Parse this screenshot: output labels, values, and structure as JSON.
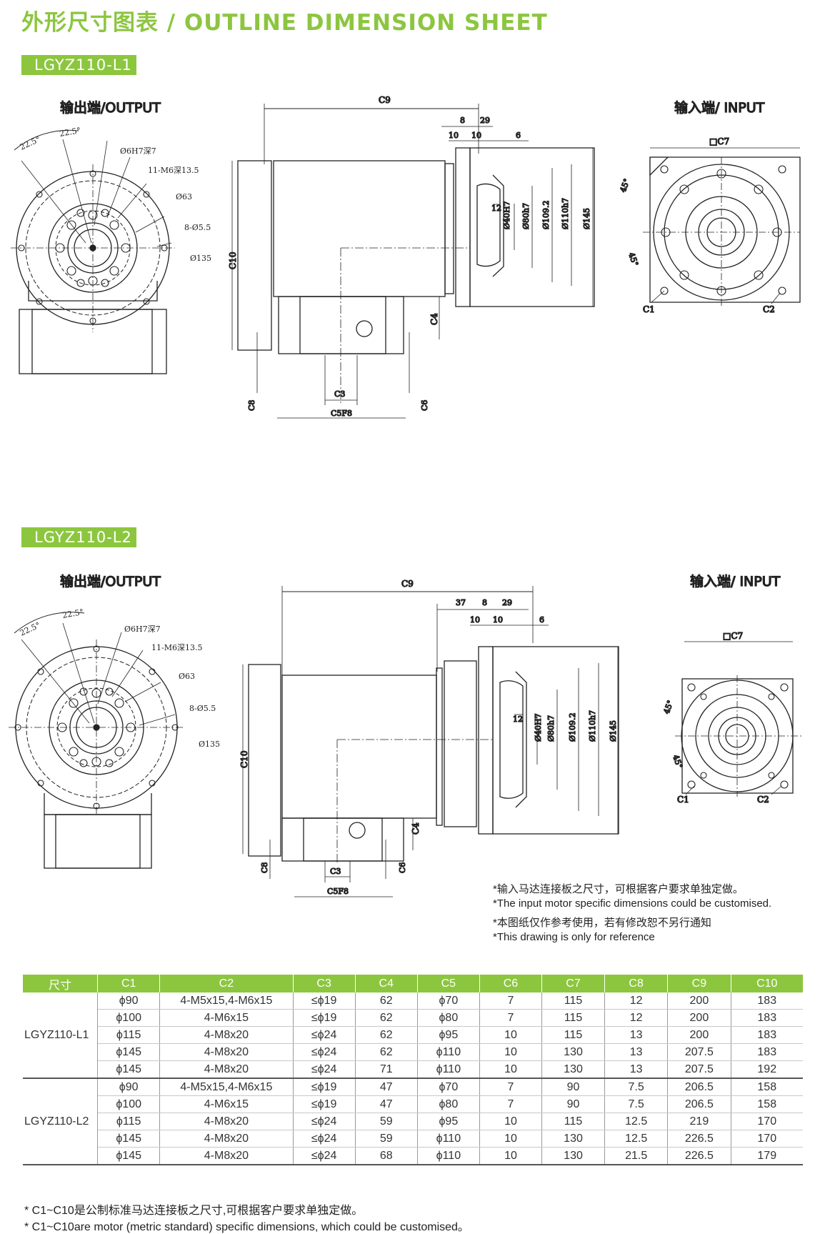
{
  "header": {
    "title": "外形尺寸图表 / OUTLINE DIMENSION SHEET"
  },
  "sections": [
    {
      "model": "LGYZ110-L1",
      "output_label": "输出端/OUTPUT",
      "input_label": "输入端/ INPUT",
      "labels": {
        "angle1": "22.5°",
        "angle2": "22.5°",
        "pin": "Ø6H7深7",
        "tap": "11-M6深13.5",
        "bolt_circle": "Ø63",
        "holes": "8-Ø5.5",
        "pcd": "Ø135",
        "c9": "C9",
        "d8": "8",
        "d29": "29",
        "d10a": "10",
        "d10b": "10",
        "d6": "6",
        "d12": "12",
        "dia40": "Ø40H7",
        "dia80": "Ø80h7",
        "dia109": "Ø109.2",
        "dia110": "Ø110h7",
        "dia145": "Ø145",
        "c10": "C10",
        "c4": "C4",
        "c8": "C8",
        "c3": "C3",
        "c5": "C5F8",
        "c6": "C6",
        "c7": "□C7",
        "a45a": "45°",
        "a45b": "45°",
        "c1": "C1",
        "c2": "C2"
      }
    },
    {
      "model": "LGYZ110-L2",
      "output_label": "输出端/OUTPUT",
      "input_label": "输入端/ INPUT",
      "labels": {
        "angle1": "22.5°",
        "angle2": "22.5°",
        "pin": "Ø6H7深7",
        "tap": "11-M6深13.5",
        "bolt_circle": "Ø63",
        "holes": "8-Ø5.5",
        "pcd": "Ø135",
        "c9": "C9",
        "d37": "37",
        "d8": "8",
        "d29": "29",
        "d10a": "10",
        "d10b": "10",
        "d6": "6",
        "d12": "12",
        "dia40": "Ø40H7",
        "dia80": "Ø80h7",
        "dia109": "Ø109.2",
        "dia110": "Ø110h7",
        "dia145": "Ø145",
        "c10": "C10",
        "c4": "C4",
        "c8": "C8",
        "c3": "C3",
        "c5": "C5F8",
        "c6": "C6",
        "c7": "□C7",
        "a45a": "45°",
        "a45b": "45°",
        "c1": "C1",
        "c2": "C2"
      }
    }
  ],
  "notes": {
    "n1_cn": "*输入马达连接板之尺寸，可根据客户要求单独定做。",
    "n1_en": "*The input motor specific dimensions could be customised.",
    "n2_cn": "*本图纸仅作参考使用，若有修改恕不另行通知",
    "n2_en": "*This drawing is only for reference"
  },
  "table": {
    "headers": [
      "尺寸",
      "C1",
      "C2",
      "C3",
      "C4",
      "C5",
      "C6",
      "C7",
      "C8",
      "C9",
      "C10"
    ],
    "groups": [
      {
        "model": "LGYZ110-L1",
        "rows": [
          [
            "ϕ90",
            "4-M5x15,4-M6x15",
            "≤ϕ19",
            "62",
            "ϕ70",
            "7",
            "115",
            "12",
            "200",
            "183"
          ],
          [
            "ϕ100",
            "4-M6x15",
            "≤ϕ19",
            "62",
            "ϕ80",
            "7",
            "115",
            "12",
            "200",
            "183"
          ],
          [
            "ϕ115",
            "4-M8x20",
            "≤ϕ24",
            "62",
            "ϕ95",
            "10",
            "115",
            "13",
            "200",
            "183"
          ],
          [
            "ϕ145",
            "4-M8x20",
            "≤ϕ24",
            "62",
            "ϕ110",
            "10",
            "130",
            "13",
            "207.5",
            "183"
          ],
          [
            "ϕ145",
            "4-M8x20",
            "≤ϕ24",
            "71",
            "ϕ110",
            "10",
            "130",
            "13",
            "207.5",
            "192"
          ]
        ]
      },
      {
        "model": "LGYZ110-L2",
        "rows": [
          [
            "ϕ90",
            "4-M5x15,4-M6x15",
            "≤ϕ19",
            "47",
            "ϕ70",
            "7",
            "90",
            "7.5",
            "206.5",
            "158"
          ],
          [
            "ϕ100",
            "4-M6x15",
            "≤ϕ19",
            "47",
            "ϕ80",
            "7",
            "90",
            "7.5",
            "206.5",
            "158"
          ],
          [
            "ϕ115",
            "4-M8x20",
            "≤ϕ24",
            "59",
            "ϕ95",
            "10",
            "115",
            "12.5",
            "219",
            "170"
          ],
          [
            "ϕ145",
            "4-M8x20",
            "≤ϕ24",
            "59",
            "ϕ110",
            "10",
            "130",
            "12.5",
            "226.5",
            "170"
          ],
          [
            "ϕ145",
            "4-M8x20",
            "≤ϕ24",
            "68",
            "ϕ110",
            "10",
            "130",
            "21.5",
            "226.5",
            "179"
          ]
        ]
      }
    ]
  },
  "footer": {
    "cn": "* C1~C10是公制标准马达连接板之尺寸,可根据客户要求单独定做。",
    "en": "* C1~C10are motor (metric standard) specific dimensions, which could be customised。"
  }
}
